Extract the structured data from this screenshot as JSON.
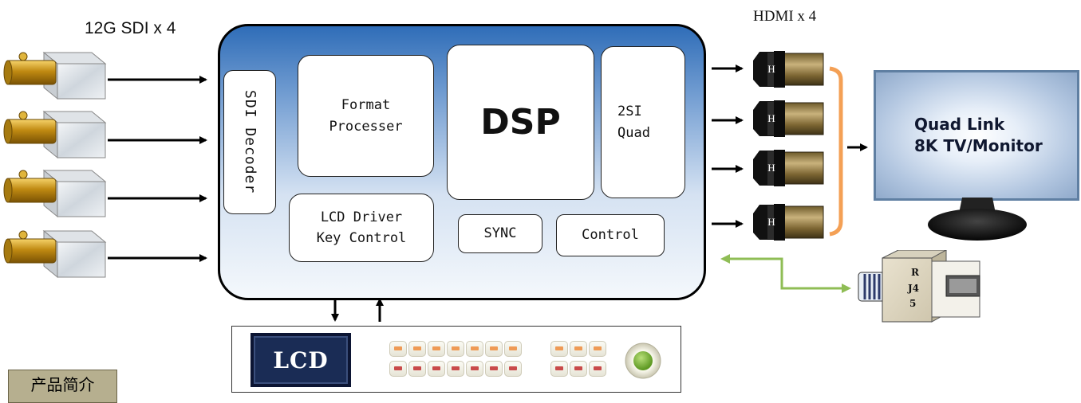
{
  "labels": {
    "sdi_in": "12G SDI x 4",
    "hdmi_out": "HDMI x 4"
  },
  "blocks": {
    "sdi_decoder": "SDI Decoder",
    "format_processer": "Format\nProcesser",
    "dsp": "DSP",
    "quad": "2SI\nQuad",
    "lcd_driver": "LCD Driver\nKey Control",
    "sync": "SYNC",
    "control": "Control"
  },
  "hdmi_connector_label": "H",
  "monitor": {
    "line1": "Quad Link",
    "line2": "8K TV/Monitor"
  },
  "rj45": {
    "l1": "R",
    "l2": "J4",
    "l3": "5"
  },
  "front_panel": {
    "lcd_label": "LCD"
  },
  "badge": "产品简介",
  "colors": {
    "main_top": "#2f6db8",
    "brace": "#f4a055",
    "rj45_arrow": "#8fbd55",
    "key_orange": "#ef9a55",
    "key_red": "#c94a4a"
  }
}
